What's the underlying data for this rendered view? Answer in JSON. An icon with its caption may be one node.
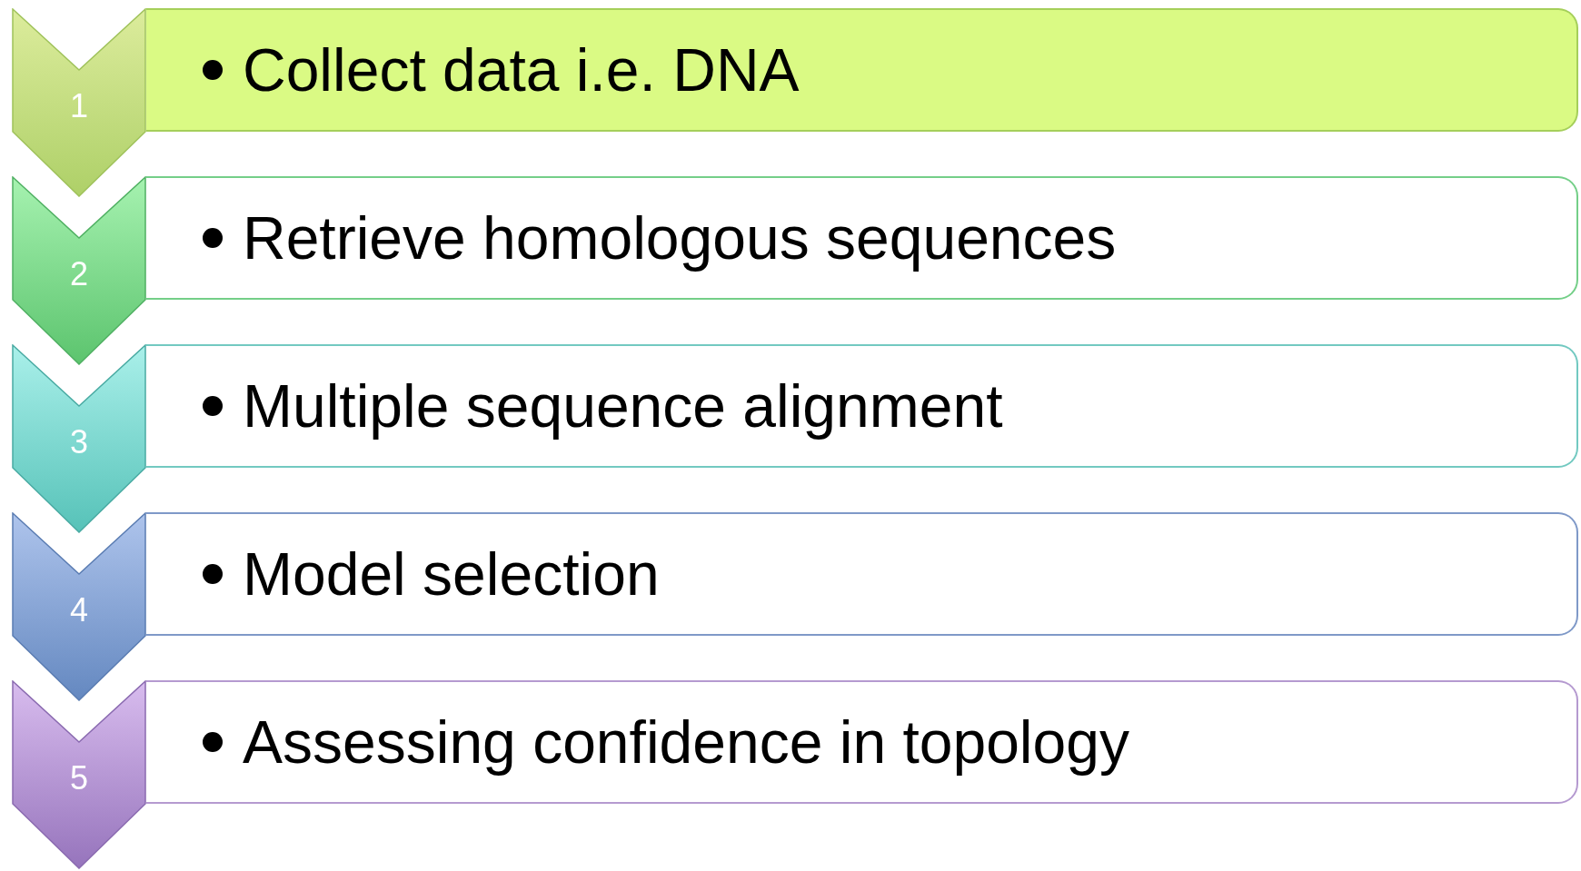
{
  "diagram": {
    "nodes": [
      {
        "text": [
          "1"
        ]
      },
      {
        "text": [
          "Collect data i.e. DNA"
        ]
      },
      {
        "text": [
          "2"
        ]
      },
      {
        "text": [
          "Retrieve homologous sequences"
        ]
      },
      {
        "text": [
          "3"
        ]
      },
      {
        "text": [
          "Multiple sequence alignment"
        ]
      },
      {
        "text": [
          "4"
        ]
      },
      {
        "text": [
          "Model selection"
        ]
      },
      {
        "text": [
          "5"
        ]
      },
      {
        "text": [
          "Assessing confidence in topology"
        ]
      }
    ]
  }
}
